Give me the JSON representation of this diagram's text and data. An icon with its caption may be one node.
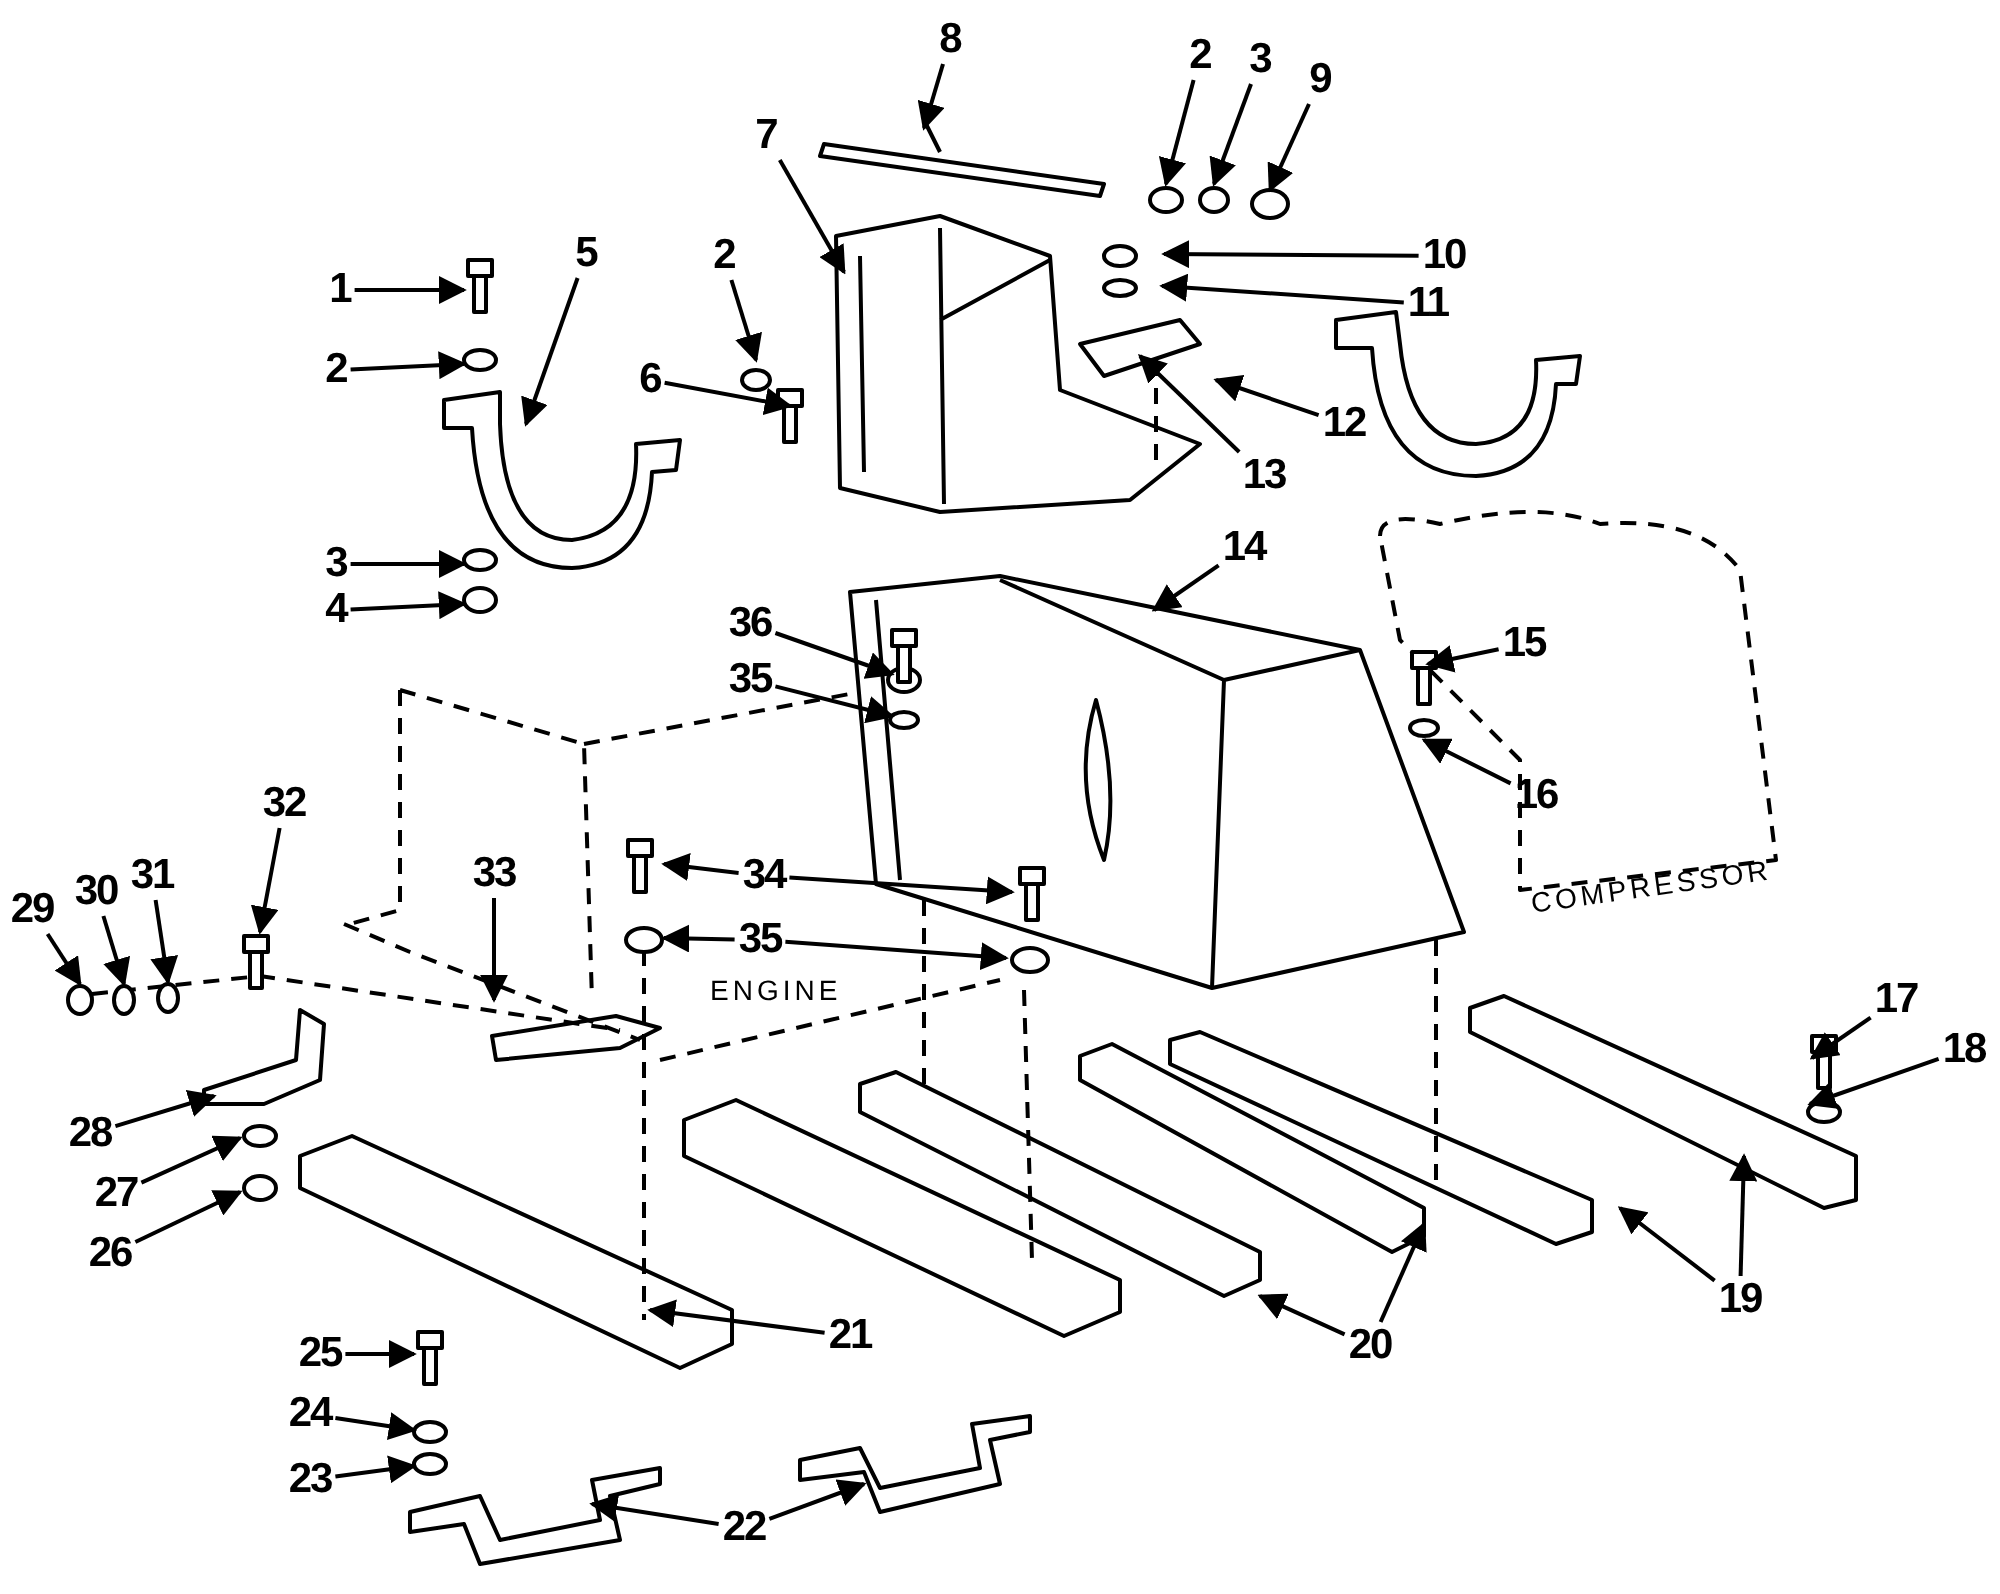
{
  "diagram": {
    "nodes": [
      {
        "text": [
          "8"
        ]
      },
      {
        "text": [
          "2"
        ]
      },
      {
        "text": [
          "3"
        ]
      },
      {
        "text": [
          "9"
        ]
      },
      {
        "text": [
          "7"
        ]
      },
      {
        "text": [
          "1"
        ]
      },
      {
        "text": [
          "5"
        ]
      },
      {
        "text": [
          "10"
        ]
      },
      {
        "text": [
          "2"
        ]
      },
      {
        "text": [
          "11"
        ]
      },
      {
        "text": [
          "6"
        ]
      },
      {
        "text": [
          "12"
        ]
      },
      {
        "text": [
          "13"
        ]
      },
      {
        "text": [
          "2"
        ]
      },
      {
        "text": [
          "3"
        ]
      },
      {
        "text": [
          "4"
        ]
      },
      {
        "text": [
          "14"
        ]
      },
      {
        "text": [
          "36"
        ]
      },
      {
        "text": [
          "35"
        ]
      },
      {
        "text": [
          "15"
        ]
      },
      {
        "text": [
          "16"
        ]
      },
      {
        "text": [
          "34"
        ]
      },
      {
        "text": [
          "35"
        ]
      },
      {
        "text": [
          "32"
        ]
      },
      {
        "text": [
          "33"
        ]
      },
      {
        "text": [
          "29"
        ]
      },
      {
        "text": [
          "30"
        ]
      },
      {
        "text": [
          "31"
        ]
      },
      {
        "text": [
          "17"
        ]
      },
      {
        "text": [
          "18"
        ]
      },
      {
        "text": [
          "28"
        ]
      },
      {
        "text": [
          "27"
        ]
      },
      {
        "text": [
          "26"
        ]
      },
      {
        "text": [
          "21"
        ]
      },
      {
        "text": [
          "20"
        ]
      },
      {
        "text": [
          "19"
        ]
      },
      {
        "text": [
          "25"
        ]
      },
      {
        "text": [
          "24"
        ]
      },
      {
        "text": [
          "23"
        ]
      },
      {
        "text": [
          "22"
        ]
      }
    ],
    "edges": [
      {
        "from": 0,
        "to": null,
        "arrow": "to"
      },
      {
        "from": 1,
        "to": null,
        "arrow": "to"
      },
      {
        "from": 2,
        "to": null,
        "arrow": "to"
      },
      {
        "from": 3,
        "to": null,
        "arrow": "to"
      },
      {
        "from": 4,
        "to": null,
        "arrow": "to"
      },
      {
        "from": 5,
        "to": null,
        "arrow": "to"
      },
      {
        "from": 6,
        "to": null,
        "arrow": "to"
      },
      {
        "from": 7,
        "to": null,
        "arrow": "to"
      },
      {
        "from": 8,
        "to": null,
        "arrow": "to"
      },
      {
        "from": 9,
        "to": null,
        "arrow": "to"
      },
      {
        "from": 10,
        "to": null,
        "arrow": "to"
      },
      {
        "from": 11,
        "to": null,
        "arrow": "to"
      },
      {
        "from": 12,
        "to": null,
        "arrow": "to"
      },
      {
        "from": 13,
        "to": null,
        "arrow": "to"
      },
      {
        "from": 14,
        "to": null,
        "arrow": "to"
      },
      {
        "from": 15,
        "to": null,
        "arrow": "to"
      },
      {
        "from": 16,
        "to": null,
        "arrow": "to"
      },
      {
        "from": 17,
        "to": null,
        "arrow": "to"
      },
      {
        "from": 18,
        "to": null,
        "arrow": "to"
      },
      {
        "from": 19,
        "to": null,
        "arrow": "to"
      },
      {
        "from": 20,
        "to": null,
        "arrow": "to"
      },
      {
        "from": 21,
        "to": null,
        "arrow": "to"
      },
      {
        "from": 21,
        "to": null,
        "arrow": "to"
      },
      {
        "from": 22,
        "to": null,
        "arrow": "to"
      },
      {
        "from": 22,
        "to": null,
        "arrow": "to"
      },
      {
        "from": 23,
        "to": null,
        "arrow": "to"
      },
      {
        "from": 24,
        "to": null,
        "arrow": "to"
      },
      {
        "from": 25,
        "to": null,
        "arrow": "to"
      },
      {
        "from": 26,
        "to": null,
        "arrow": "to"
      },
      {
        "from": 27,
        "to": null,
        "arrow": "to"
      },
      {
        "from": 28,
        "to": null,
        "arrow": "to"
      },
      {
        "from": 29,
        "to": null,
        "arrow": "to"
      },
      {
        "from": 30,
        "to": null,
        "arrow": "to"
      },
      {
        "from": 31,
        "to": null,
        "arrow": "to"
      },
      {
        "from": 32,
        "to": null,
        "arrow": "to"
      },
      {
        "from": 33,
        "to": null,
        "arrow": "to"
      },
      {
        "from": 34,
        "to": null,
        "arrow": "to"
      },
      {
        "from": 34,
        "to": null,
        "arrow": "to"
      },
      {
        "from": 35,
        "to": null,
        "arrow": "to"
      },
      {
        "from": 35,
        "to": null,
        "arrow": "to"
      },
      {
        "from": 36,
        "to": null,
        "arrow": "to"
      },
      {
        "from": 37,
        "to": null,
        "arrow": "to"
      },
      {
        "from": 38,
        "to": null,
        "arrow": "to"
      },
      {
        "from": 39,
        "to": null,
        "arrow": "to"
      },
      {
        "from": 39,
        "to": null,
        "arrow": "to"
      }
    ],
    "labels": [
      "ENGINE",
      "COMPRESSOR"
    ]
  }
}
